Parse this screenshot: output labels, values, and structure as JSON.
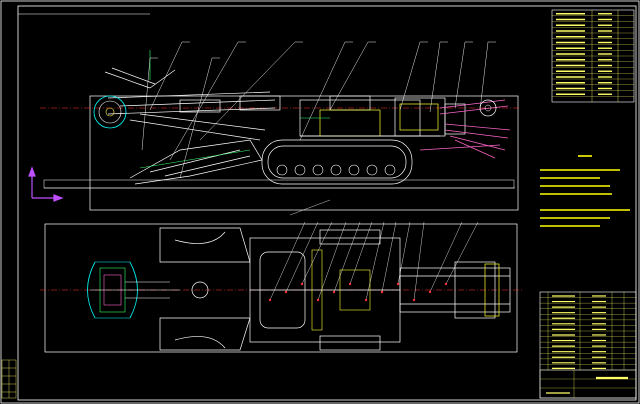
{
  "drawing": {
    "background": "#000000",
    "colors": {
      "frame": "#ffffff",
      "title_block": "#ffff66",
      "tech_notes": "#ffff00",
      "center_line": "#ff3030",
      "coord_axis": "#c050ff",
      "leader": "#ffffff",
      "track": "#ffffff",
      "body_main": "#ffffff",
      "electrical": "#ffff33",
      "cutter_head": "#00ffff",
      "conveyor": "#ff66cc",
      "hydraulics": "#33ff66"
    },
    "views": [
      "side-elevation",
      "plan-view"
    ],
    "title_block_lines": 10,
    "parts_list_rows": 14,
    "tech_note_lines": 7,
    "part_labels_side": 13,
    "part_labels_plan": 15
  }
}
